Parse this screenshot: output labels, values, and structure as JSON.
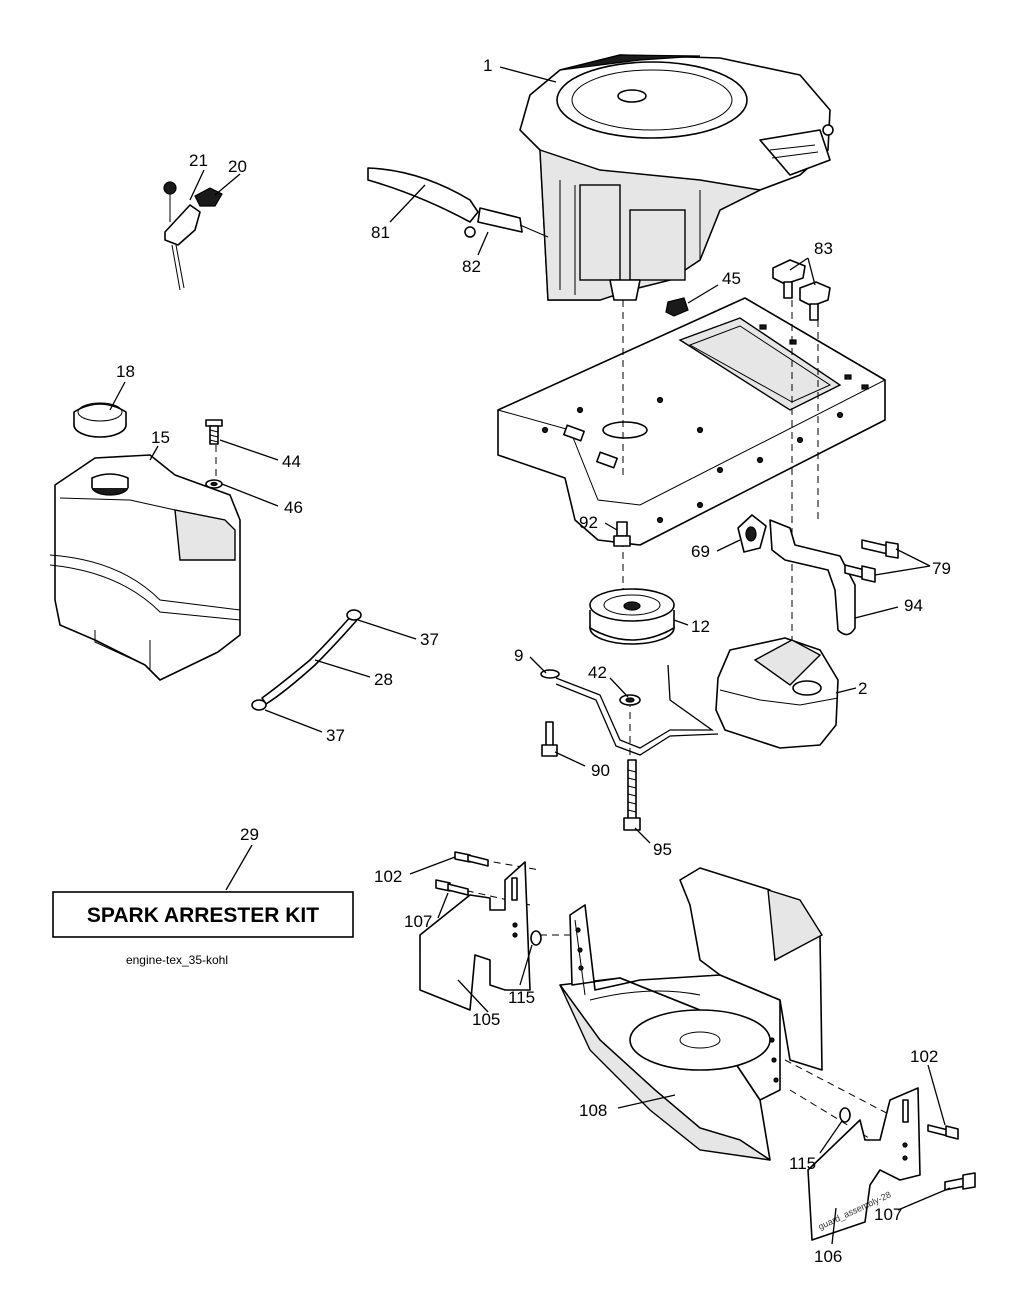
{
  "diagram": {
    "kit_label": "SPARK ARRESTER KIT",
    "caption": "engine-tex_35-kohl",
    "guard_stamp": "guard_assembly-28",
    "callouts": {
      "c1": "1",
      "c2": "2",
      "c9": "9",
      "c12": "12",
      "c15": "15",
      "c18": "18",
      "c20": "20",
      "c21": "21",
      "c28": "28",
      "c29": "29",
      "c37a": "37",
      "c37b": "37",
      "c42": "42",
      "c44": "44",
      "c45": "45",
      "c46": "46",
      "c69": "69",
      "c79": "79",
      "c81": "81",
      "c82": "82",
      "c83": "83",
      "c90": "90",
      "c92": "92",
      "c94": "94",
      "c95": "95",
      "c102a": "102",
      "c102b": "102",
      "c105": "105",
      "c106": "106",
      "c107a": "107",
      "c107b": "107",
      "c108": "108",
      "c115a": "115",
      "c115b": "115"
    }
  }
}
